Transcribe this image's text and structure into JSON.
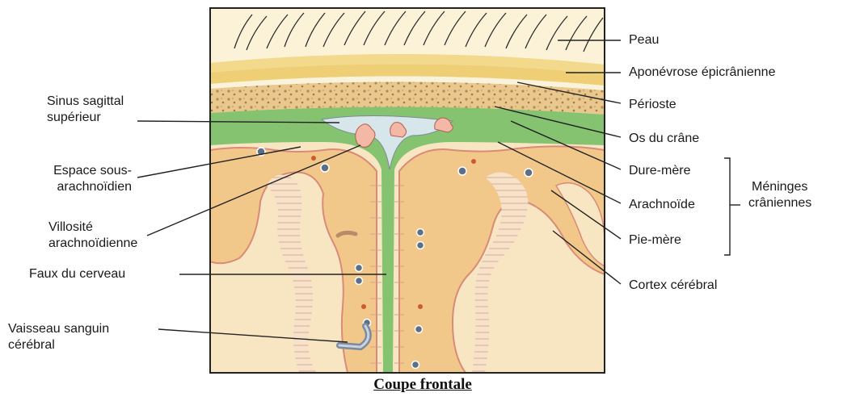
{
  "caption": "Coupe frontale",
  "labels": {
    "peau": "Peau",
    "aponevrose": "Aponévrose épicrânienne",
    "perioste": "Périoste",
    "os": "Os du crâne",
    "dure_mere": "Dure-mère",
    "arachnoide": "Arachnoïde",
    "pie_mere": "Pie-mère",
    "meninges_line1": "Méninges",
    "meninges_line2": "crâniennes",
    "cortex": "Cortex cérébral",
    "sinus_line1": "Sinus sagittal",
    "sinus_line2": "supérieur",
    "espace_line1": "Espace sous-",
    "espace_line2": "arachnoïdien",
    "villosite_line1": "Villosité",
    "villosite_line2": "arachnoïdienne",
    "faux": "Faux du cerveau",
    "vaisseau_line1": "Vaisseau sanguin",
    "vaisseau_line2": "cérébral"
  },
  "colors": {
    "skin": "#f5dfa0",
    "aponeurosis": "#f2d27a",
    "bone": "#e9c98f",
    "dura": "#7fbf6a",
    "sinus": "#cfe0e6",
    "cortex": "#f2c88a",
    "white_matter": "#f8e6c2",
    "pia": "#e58a8a",
    "vessel": "#6b7f99"
  }
}
